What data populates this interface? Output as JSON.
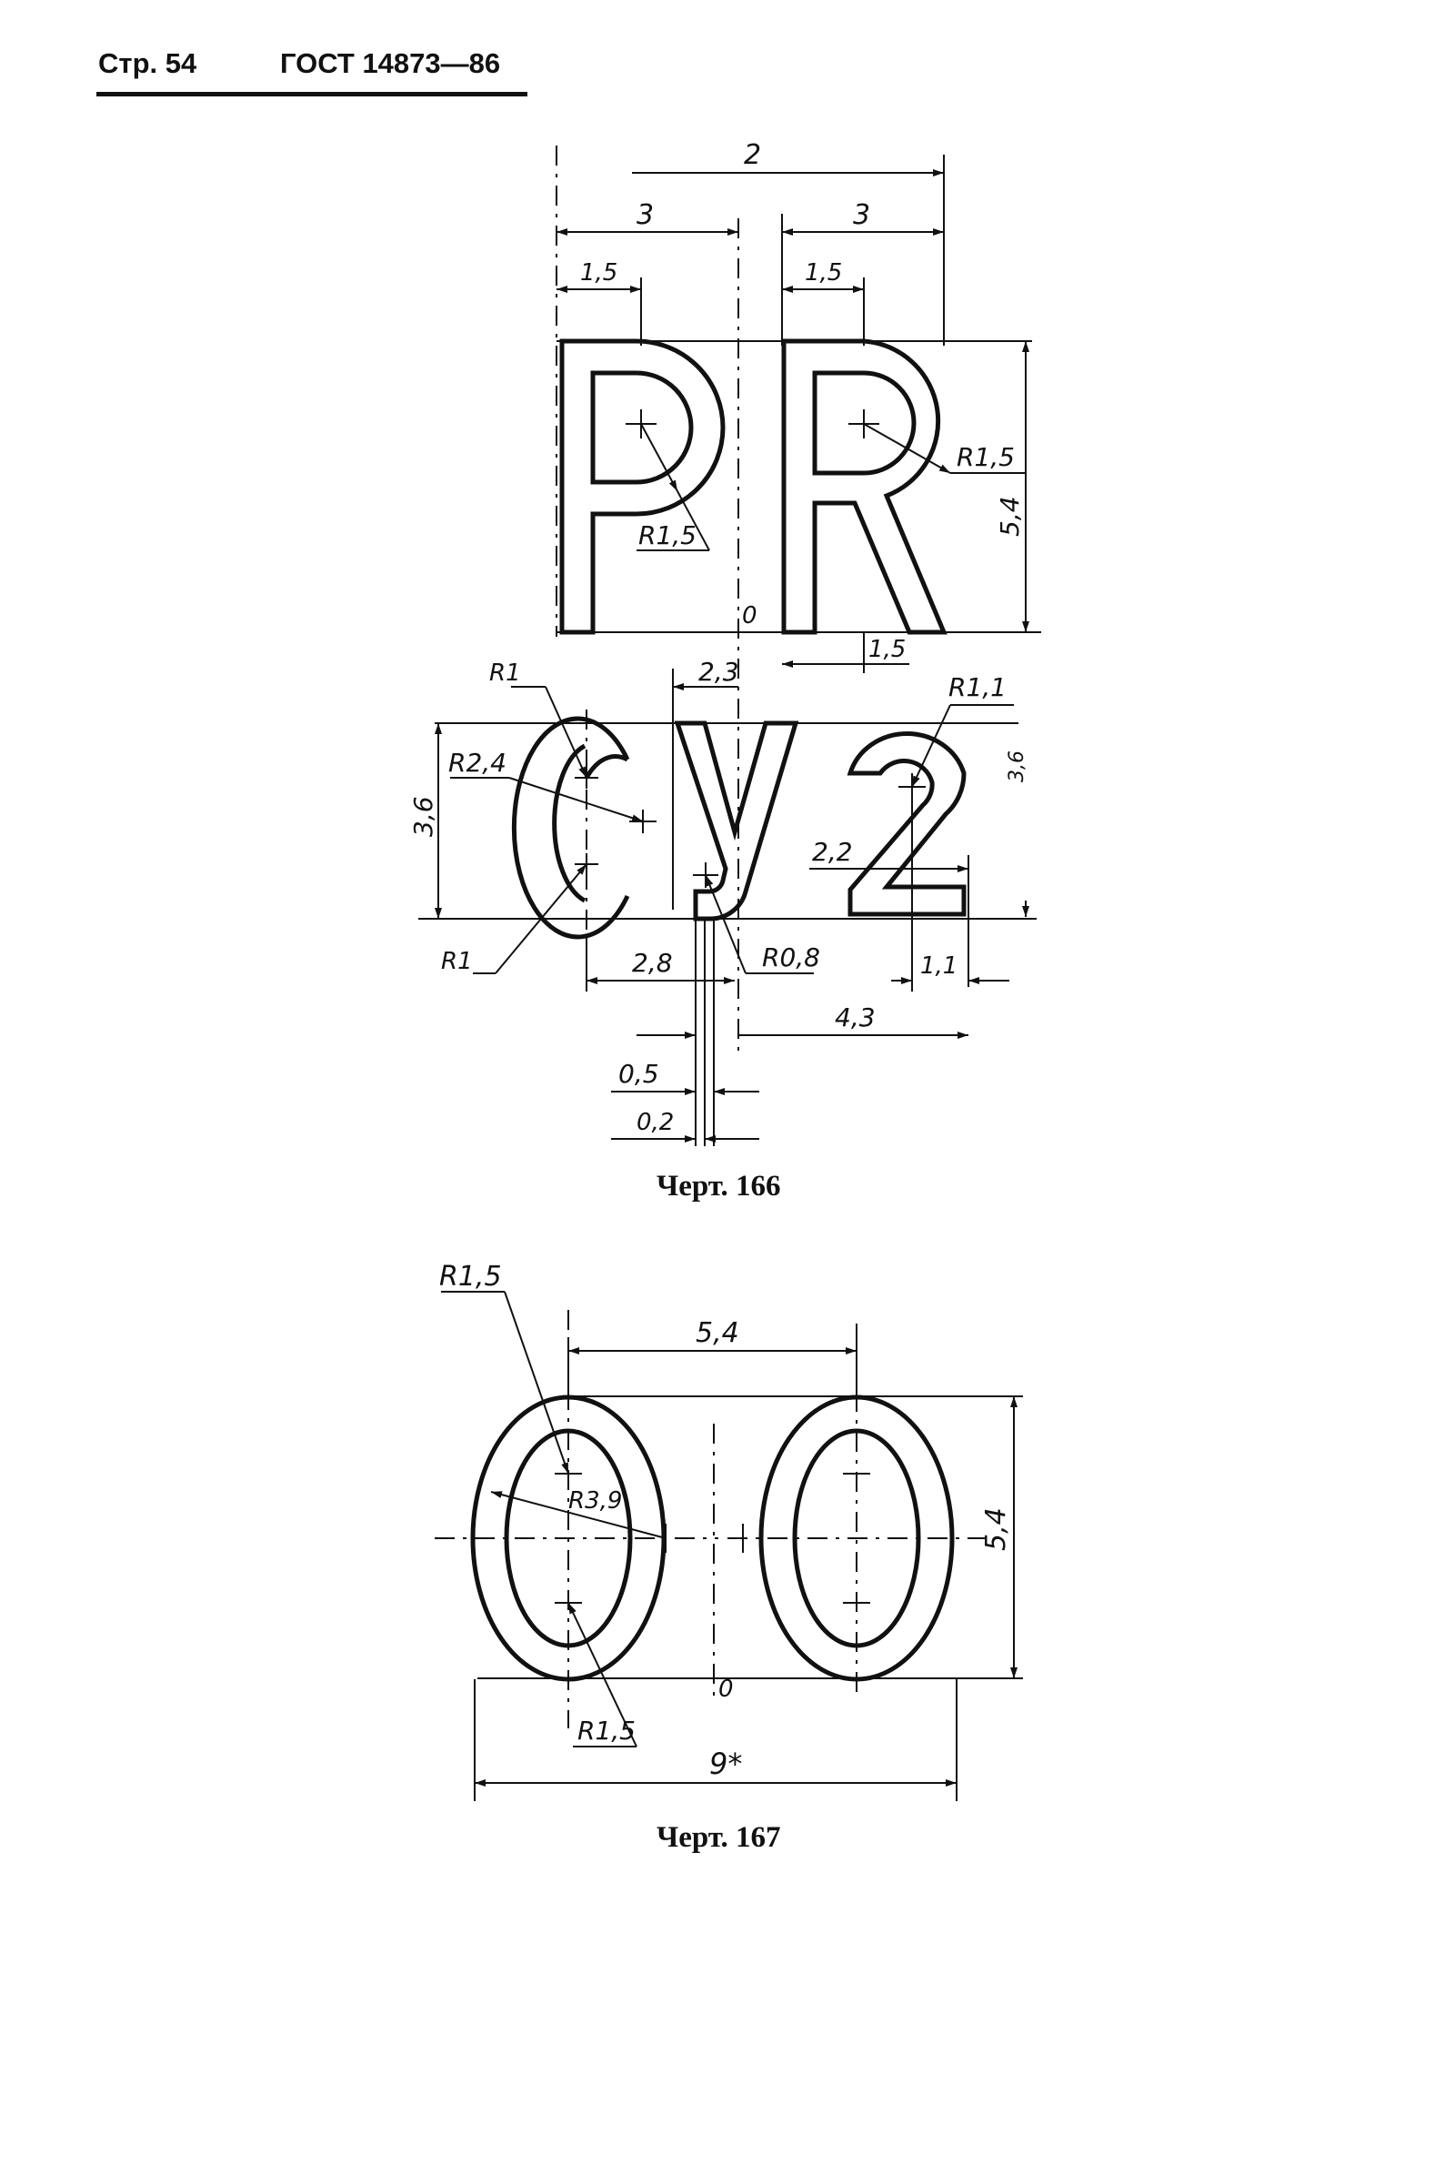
{
  "header": {
    "page_label": "Стр. 54",
    "standard": "ГОСТ 14873—86"
  },
  "figure_166": {
    "caption": "Черт. 166",
    "letters": [
      "P",
      "R",
      "C",
      "У",
      "2"
    ],
    "dimensions": {
      "overall_top": "2",
      "p_width": "3",
      "r_width": "3",
      "p_center": "1,5",
      "r_center": "1,5",
      "r_bottom": "1,5",
      "p_radius": "R1,5",
      "r_radius": "R1,5",
      "height_top": "5,4",
      "zero": "0",
      "gap_23": "2,3",
      "c_radius_top": "R1",
      "c_radius_outer": "R2,4",
      "c_radius_bottom": "R1",
      "height_c": "3,6",
      "y_radius": "R0,8",
      "two_radius": "R1,1",
      "two_offset": "2,2",
      "two_base": "1,1",
      "height_right": "3,6",
      "y_offset": "2,8",
      "width_43": "4,3",
      "y_step_05": "0,5",
      "y_step_02": "0,2"
    }
  },
  "figure_167": {
    "caption": "Черт. 167",
    "letters": [
      "O",
      "O"
    ],
    "dimensions": {
      "radius_top": "R1,5",
      "width": "5,4",
      "radius_inner": "R3,9",
      "height": "5,4",
      "zero": "0",
      "radius_bottom": "R1,5",
      "overall": "9*"
    }
  }
}
